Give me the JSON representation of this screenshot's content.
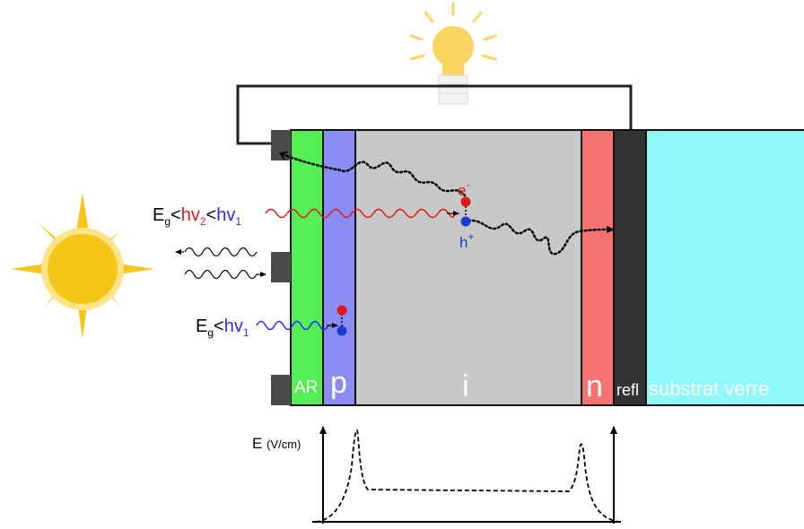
{
  "layers": {
    "ar": "AR",
    "p": "p",
    "i": "i",
    "n": "n",
    "refl": "refl",
    "substrate": "substrat verre"
  },
  "photons": {
    "condition_two": {
      "e": "E",
      "g": "g",
      "lt1": "<",
      "hv2": "hv",
      "sub2": "2",
      "lt2": "<",
      "hv1": "hv",
      "sub1": "1"
    },
    "condition_one": {
      "e": "E",
      "g": "g",
      "lt": "<",
      "hv1": "hv",
      "sub1": "1"
    }
  },
  "carriers": {
    "electron": "e",
    "electron_sup": "-",
    "hole": "h",
    "hole_sup": "+"
  },
  "field_plot": {
    "ylabel": "E",
    "unit": "(V/cm)"
  },
  "colors": {
    "ar": "#55ee55",
    "p": "#8c8cf5",
    "i": "#c8c8c8",
    "n": "#f57272",
    "refl": "#333333",
    "substrate": "#8ff8f8",
    "sun": "#f5c518",
    "bulb": "#fbd561",
    "photon_high": "#2b2bff",
    "photon_low": "#e01818",
    "electron": "#e01818",
    "hole": "#1a3cd6"
  }
}
